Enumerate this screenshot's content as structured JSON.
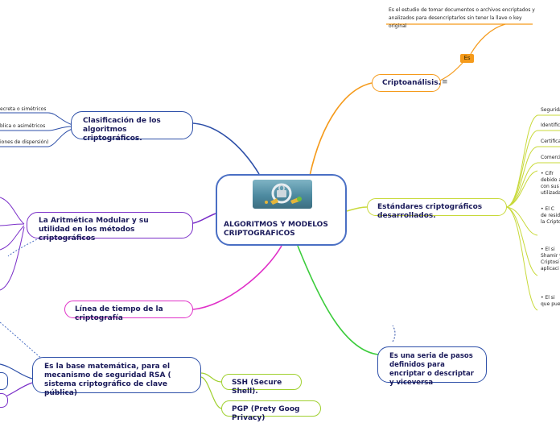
{
  "center": {
    "title": "ALGORITMOS Y MODELOS CRIPTOGRAFICOS",
    "image_icon": "key-lock-illustration"
  },
  "right": {
    "criptoanalisis": {
      "label": "Criptoanálisis.",
      "menu_icon": "≡",
      "link_label": "Es",
      "definition": "Es el estudio de tomar documentos o archivos encriptados y analizados para desencriptarlos sin tener la llave o key original"
    },
    "estandares": {
      "label": "Estándares criptográficos desarrollados.",
      "items": [
        "Segurida",
        "Identific",
        "Certifica",
        "Comerci"
      ],
      "notes": [
        [
          "•       Cifr",
          "debido a",
          "con sus",
          "utilizada"
        ],
        [
          "•       El C",
          "de resid",
          "la Cripto"
        ],
        [
          "•       El si",
          "Shamir y",
          "Criptosi",
          "aplicaci"
        ],
        [
          "•       El si",
          "que pue"
        ]
      ]
    },
    "definicion": {
      "label": "Es una seria de pasos definidos para encriptar o descriptar y viceversa"
    }
  },
  "left": {
    "clasificacion": {
      "label": "Clasificación de los algoritmos criptográficos.",
      "items": [
        "ecreta o simétricos",
        "blica o asimétricos",
        "iones de dispersión)"
      ]
    },
    "aritmetica": {
      "label": "La Aritmética Modular y su utilidad en los métodos criptográficos"
    },
    "linea": {
      "label": "Línea de tiempo de la criptografía"
    },
    "base_rsa": {
      "label": "Es la base matemática, para el mecanismo de seguridad RSA ( sistema criptográfico de clave pública)",
      "ssh": "SSH (Secure Shell).",
      "pgp": "PGP (Prety Goog Privacy)"
    }
  },
  "colors": {
    "center_border": "#4a6fc4",
    "orange": "#f59a1a",
    "yellow_green": "#c8d93a",
    "green": "#3ccc3c",
    "blue": "#2d4fa8",
    "purple": "#7a2fc8",
    "magenta": "#e030c8",
    "lime": "#a0d030"
  }
}
